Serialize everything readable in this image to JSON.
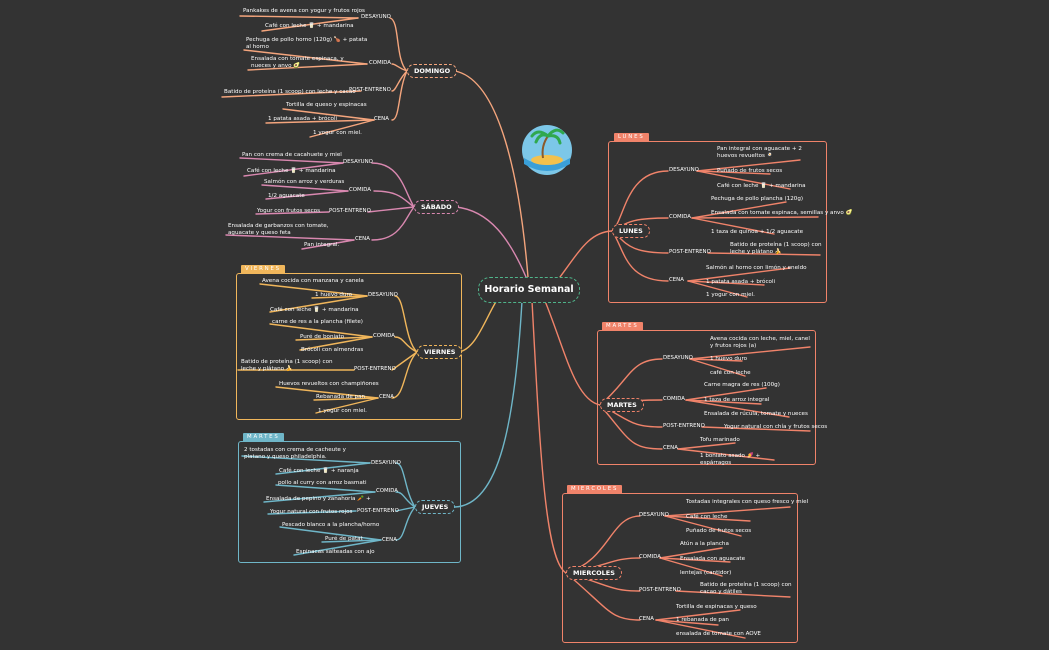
{
  "root": "Horario Semanal",
  "colors": {
    "background": "#333333",
    "domingo": "#f4a57d",
    "sabado": "#d988b0",
    "viernes": "#f0b65b",
    "jueves": "#6fb6c8",
    "lunes": "#f0836a",
    "martes": "#f0836a",
    "miercoles": "#f0836a",
    "root_border": "#4fb48a"
  },
  "frames": {
    "lunes": "LUNES",
    "martes": "MARTES",
    "miercoles": "MIERCOLES",
    "viernes": "VIERNES",
    "jueves": "MARTES"
  },
  "days": {
    "domingo": {
      "label": "DOMINGO",
      "desayuno": "DESAYUNO",
      "comida": "COMIDA",
      "post": "POST-ENTRENO",
      "cena": "CENA",
      "items": {
        "d1": "Pankakes de avena con yogur y frutos rojos",
        "d2": "Café con leche 🥛 + mandarina",
        "c1": "Pechuga de pollo horno (120g) 🍗 + patata al horno",
        "c2": "Ensalada con tomate espinaca, y nueces y anvo 🥑",
        "p1": "Batido de proteína (1 scoop) con leche y cacao",
        "n1": "Tortilla de queso y espinacas",
        "n2": "1 patata asada + brócoli",
        "n3": "1 yogur con miel."
      }
    },
    "sabado": {
      "label": "SÁBADO",
      "desayuno": "DESAYUNO",
      "comida": "COMIDA",
      "post": "POST-ENTRENO",
      "cena": "CENA",
      "items": {
        "d1": "Pan con crema de cacahuete y miel",
        "d2": "Café con leche 🥛 + mandarina",
        "c1": "Salmón con arroz y verduras",
        "c2": "1/2 aguacate",
        "p1": "Yogur con frutos secos",
        "n1": "Ensalada de garbanzos con tomate, aguacate y queso feta",
        "n2": "Pan integral."
      }
    },
    "viernes": {
      "label": "VIERNES",
      "desayuno": "DESAYUNO",
      "comida": "COMIDA",
      "post": "POST-ENTRENO",
      "cena": "CENA",
      "items": {
        "d1": "Avena cocida con manzana y canela",
        "d2": "1 huevo duro",
        "d3": "Café con leche 🥛 + mandarina",
        "c1": "carne de res a la plancha (filete)",
        "c2": "Puré de boniato",
        "c3": "Brócoli con almendras",
        "p1": "Batido de proteína (1 scoop) con leche y plátano 🍌",
        "n1": "Huevos revueltos con champiñones",
        "n2": "Rebanada de pan",
        "n3": "1 yogur con miel."
      }
    },
    "jueves": {
      "label": "JUEVES",
      "desayuno": "DESAYUNO",
      "comida": "COMIDA",
      "post": "POST-ENTRENO",
      "cena": "CENA",
      "items": {
        "d1": "2 tostadas con crema de cacheute y platano y queso philadelphia.",
        "d2": "Café con leche 🥛 + naranja",
        "c1": "pollo al curry con arroz basmati",
        "c2": "Ensalada de pepino y zanahoria 🥕 +",
        "p1": "Yogur natural con frutos rojos",
        "n1": "Pescado blanco a la plancha/horno",
        "n2": "Puré de patat",
        "n3": "Espinacas salteadas con ajo"
      }
    },
    "lunes": {
      "label": "LUNES",
      "desayuno": "DESAYUNO",
      "comida": "COMIDA",
      "post": "POST-ENTRENO",
      "cena": "CENA",
      "items": {
        "d1": "Pan integral con aguacate + 2 huevos revueltos 🍳",
        "d2": "Puñado de frutos secos",
        "d3": "Café con leche 🥛 + mandarina",
        "c1": "Pechuga de pollo plancha (120g)",
        "c2": "Ensalada con tomate espinaca, semillas y anvo 🥑",
        "c3": "1 taza de quinoa + 1/2 aguacate",
        "p1": "Batido de proteína (1 scoop) con leche y plátano 🍌",
        "n1": "Salmón al horno con limón y eneldo",
        "n2": "1 patata asada + brócoli",
        "n3": "1 yogur con miel."
      }
    },
    "martes": {
      "label": "MARTES",
      "desayuno": "DESAYUNO",
      "comida": "COMIDA",
      "post": "POST-ENTRENO",
      "cena": "CENA",
      "items": {
        "d1": "Avena cocida con leche, miel, canel y frutos rojos (a)",
        "d2": "1 huevo duro",
        "d3": "café con leche",
        "c1": "Carne magra de res (100g)",
        "c2": "1 taza de arroz integral",
        "c3": "Ensalada de rúcula, tomate y nueces",
        "p1": "Yogur natural con chía y frutos secos",
        "n1": "Tofu marinado",
        "n2": "1 boniato asado 🍠 + espárragos"
      }
    },
    "miercoles": {
      "label": "MIERCOLES",
      "desayuno": "DESAYUNO",
      "comida": "COMIDA",
      "post": "POST-ENTRENO",
      "cena": "CENA",
      "items": {
        "d1": "Tostadas integrales con queso fresco y miel",
        "d2": "Café con leche",
        "d3": "Puñado de frutos secos",
        "c1": "Atún a la plancha",
        "c2": "Ensalada con aguacate",
        "c3": "lentejas (cantidor)",
        "p1": "Batido de proteína (1 scoop) con cacao y dátiles",
        "n1": "Tortilla de espinacas y queso",
        "n2": "1 rebanada de pan",
        "n3": "ensalada de tomate con AOVE"
      }
    }
  }
}
